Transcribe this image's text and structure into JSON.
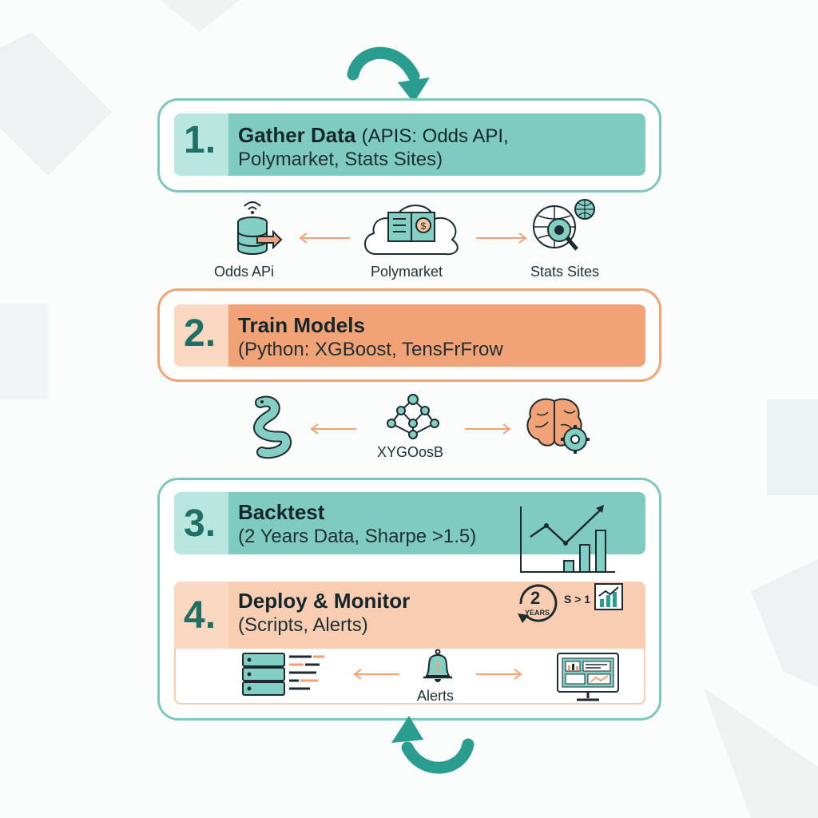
{
  "colors": {
    "teal": "#2a9d8f",
    "teal_light": "#84cfc4",
    "teal_band": "#7fcbc0",
    "orange": "#f1a276",
    "orange_light": "#f8c6a6",
    "peach": "#fbd8c0",
    "dark": "#1d2b30"
  },
  "step1": {
    "number": "1.",
    "title": "Gather Data",
    "title_rest": "(APIS: Odds API,",
    "line2": "Polymarket, Stats Sites)",
    "icons": [
      {
        "icon": "database-api-icon",
        "label": "Odds APi"
      },
      {
        "icon": "cloud-book-icon",
        "label": "Polymarket"
      },
      {
        "icon": "globe-magnifier-icon",
        "label": "Stats Sites"
      }
    ]
  },
  "step2": {
    "number": "2.",
    "title": "Train Models",
    "line2": "(Python: XGBoost, TensFrFrow",
    "icons": [
      {
        "icon": "python-snake-icon",
        "label": ""
      },
      {
        "icon": "tree-network-icon",
        "label": "XYGOosB"
      },
      {
        "icon": "brain-gear-icon",
        "label": ""
      }
    ]
  },
  "step3": {
    "number": "3.",
    "title": "Backtest",
    "line2": "(2 Years Data, Sharpe >1.5)",
    "icons": [
      {
        "icon": "chart-growth-icon"
      }
    ]
  },
  "step4": {
    "number": "4.",
    "title": "Deploy & Monitor",
    "line2": "(Scripts, Alerts)",
    "badge": {
      "years_number": "2",
      "years_text": "YEARS",
      "sharpe_text": "S > 1"
    },
    "icons": [
      {
        "icon": "server-script-icon",
        "label": ""
      },
      {
        "icon": "bell-icon",
        "label": "Alerts"
      },
      {
        "icon": "monitor-dashboard-icon",
        "label": ""
      }
    ]
  }
}
